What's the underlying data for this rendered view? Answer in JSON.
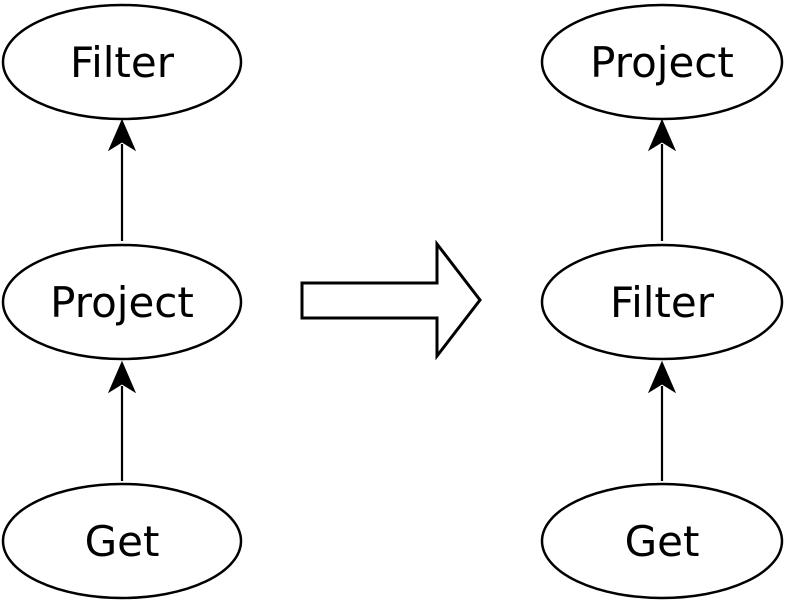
{
  "diagram": {
    "description": "query plan rewrite: filter pushed below project",
    "colors": {
      "stroke": "#000000",
      "node_fill": "#ffffff",
      "background": "#ffffff"
    },
    "transform_arrow_icon": "right-block-arrow",
    "edge_direction": "upward"
  },
  "nodes": {
    "left": [
      {
        "label": "Filter"
      },
      {
        "label": "Project"
      },
      {
        "label": "Get"
      }
    ],
    "right": [
      {
        "label": "Project"
      },
      {
        "label": "Filter"
      },
      {
        "label": "Get"
      }
    ]
  }
}
